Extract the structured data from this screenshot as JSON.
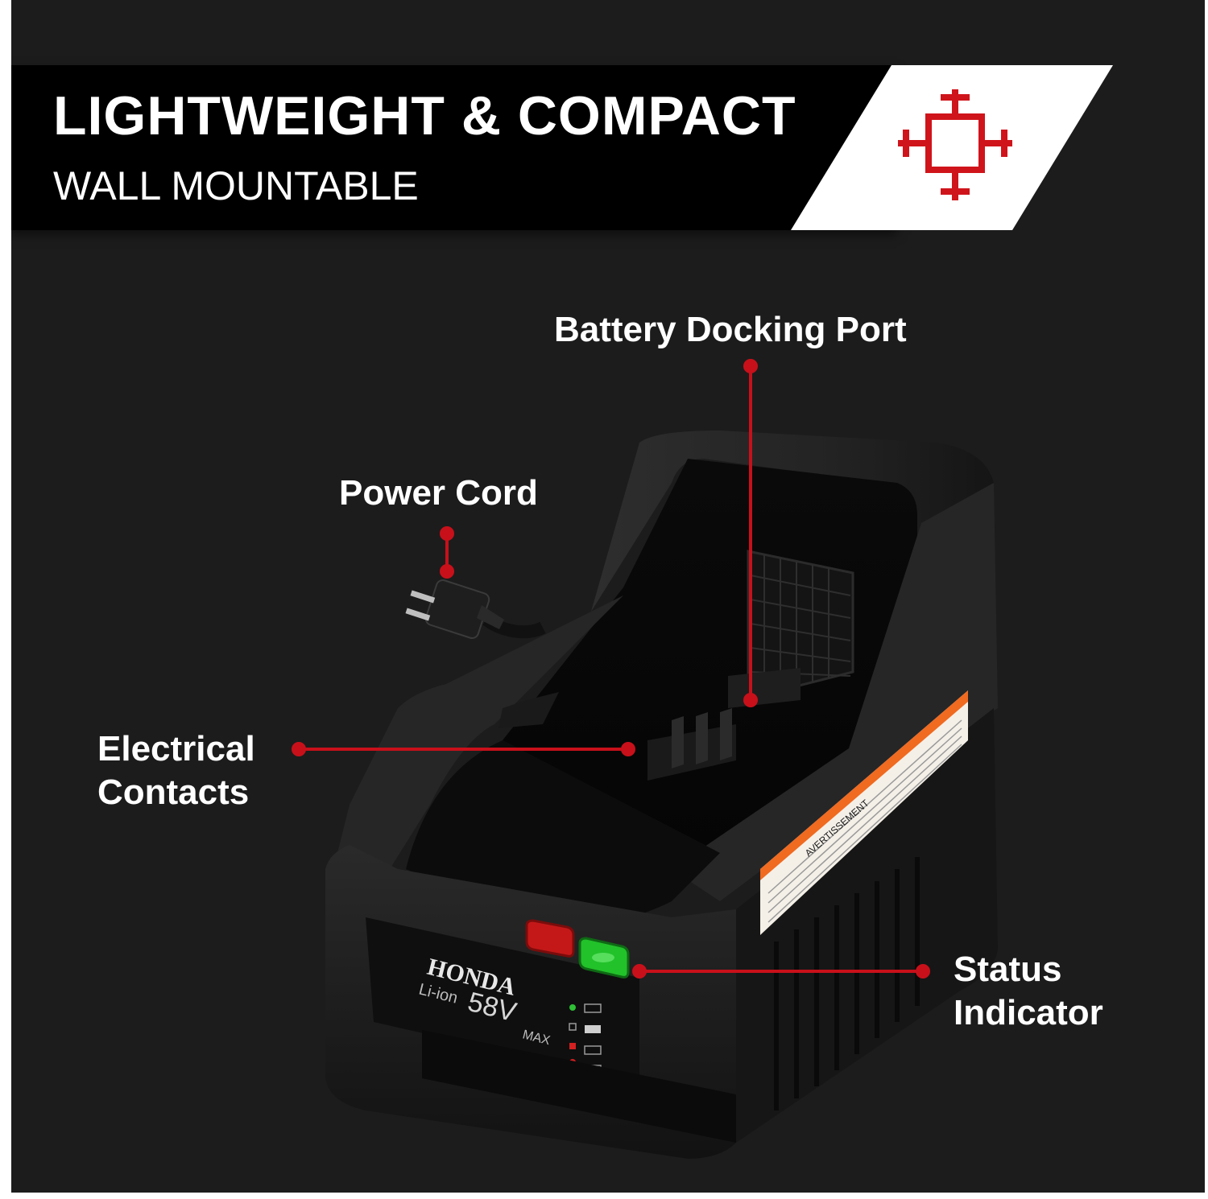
{
  "header": {
    "title": "LIGHTWEIGHT & COMPACT",
    "subtitle": "WALL MOUNTABLE"
  },
  "badge": {
    "icon": "compact-size-icon",
    "accent_color": "#d0141b"
  },
  "callouts": {
    "battery_docking_port": "Battery Docking Port",
    "power_cord": "Power Cord",
    "electrical_contacts_line1": "Electrical",
    "electrical_contacts_line2": "Contacts",
    "status_indicator_line1": "Status",
    "status_indicator_line2": "Indicator",
    "line_color": "#c8101a"
  },
  "product": {
    "brand": "HONDA",
    "series": "Li-ion",
    "voltage": "58V",
    "max": "MAX",
    "warning_label": "AVERTISSEMENT",
    "led_red_color": "#e01818",
    "led_green_color": "#22c22a"
  }
}
